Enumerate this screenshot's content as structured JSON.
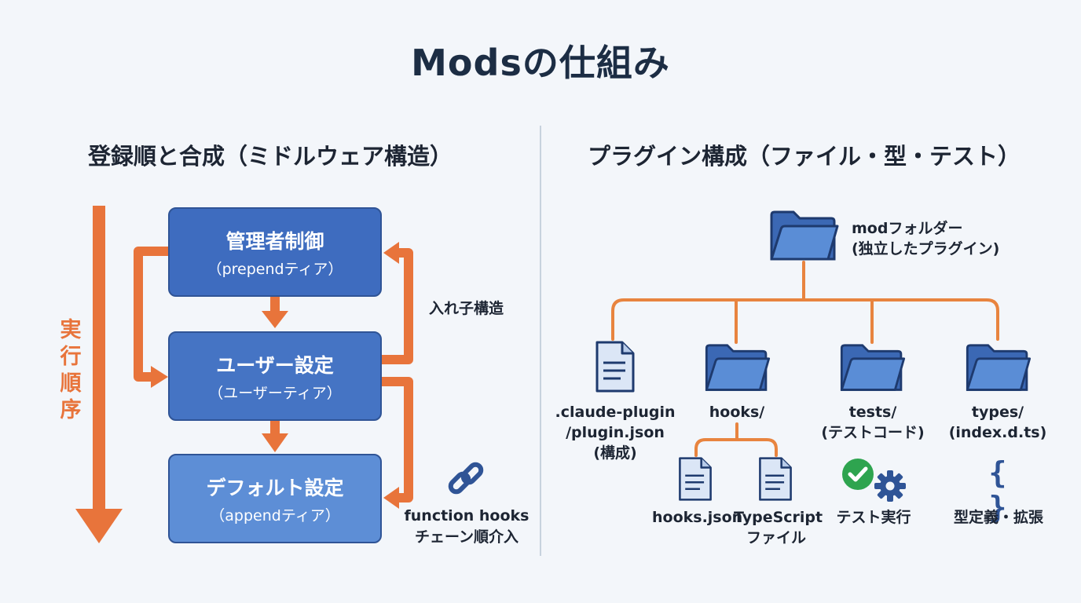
{
  "title": "Modsの仕組み",
  "left": {
    "heading": "登録順と合成（ミドルウェア構造）",
    "exec_order_label": "実\n行\n順\n序",
    "tiers": [
      {
        "name": "管理者制御",
        "sub": "（prependティア）"
      },
      {
        "name": "ユーザー設定",
        "sub": "（ユーザーティア）"
      },
      {
        "name": "デフォルト設定",
        "sub": "（appendティア）"
      }
    ],
    "nested_label": "入れ子構造",
    "chain_label_line1": "function hooks",
    "chain_label_line2": "チェーン順介入",
    "chain_icon": "link-icon"
  },
  "right": {
    "heading": "プラグイン構成（ファイル・型・テスト）",
    "root": {
      "line1": "modフォルダー",
      "line2": "(独立したプラグイン)",
      "icon": "folder-icon"
    },
    "children": [
      {
        "line1": ".claude-plugin",
        "line2": "/plugin.json",
        "line3": "(構成)",
        "icon": "document-icon"
      },
      {
        "line1": "hooks/",
        "icon": "folder-icon"
      },
      {
        "line1": "tests/",
        "line2": "(テストコード)",
        "icon": "folder-icon"
      },
      {
        "line1": "types/",
        "line2": "(index.d.ts)",
        "icon": "folder-icon"
      }
    ],
    "hooks_children": [
      {
        "line1": "hooks.json",
        "icon": "document-icon"
      },
      {
        "line1": "TypeScript",
        "line2": "ファイル",
        "icon": "document-icon"
      }
    ],
    "test_run_label": "テスト実行",
    "test_icons": [
      "check-circle-icon",
      "gear-icon"
    ],
    "types_label": "型定義・拡張",
    "types_icon_text": "{ }"
  },
  "colors": {
    "accent_orange": "#e8743b",
    "tier1": "#3e6cbf",
    "tier2": "#4574c4",
    "tier3": "#5d8ed6",
    "folder": "#4a7cc9",
    "check_green": "#2ea44f",
    "gear_blue": "#2f5496"
  }
}
